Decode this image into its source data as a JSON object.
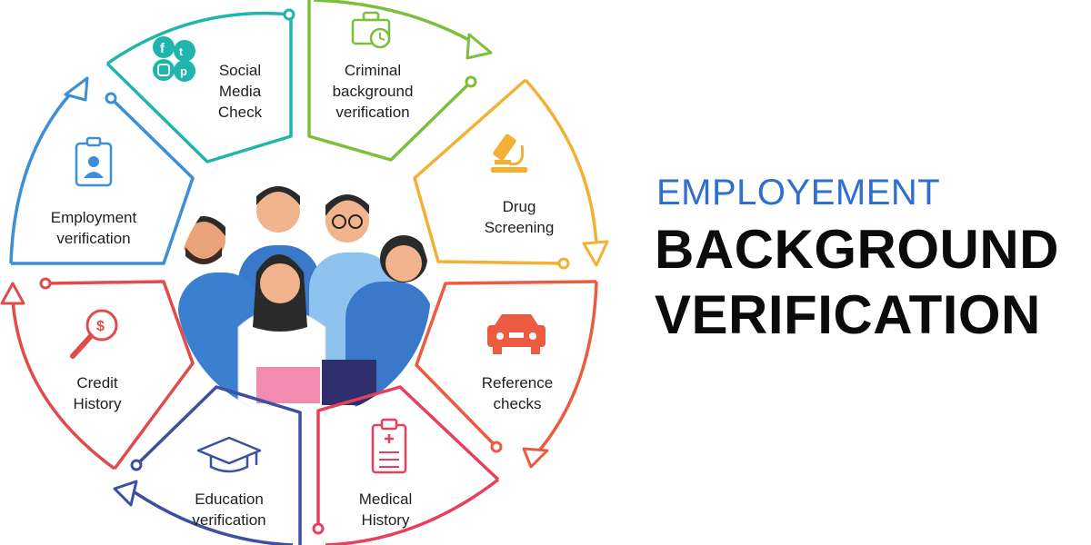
{
  "title": {
    "line1": "EMPLOYEMENT",
    "line2": "BACKGROUND",
    "line3": "VERIFICATION"
  },
  "segments": [
    {
      "id": "social-media",
      "lines": [
        "Social",
        "Media",
        "Check"
      ],
      "color": "#1fb5ac",
      "icon": "social-media-icon"
    },
    {
      "id": "criminal",
      "lines": [
        "Criminal",
        "background",
        "verification"
      ],
      "color": "#7cbf3b",
      "icon": "briefcase-clock-icon"
    },
    {
      "id": "drug",
      "lines": [
        "Drug",
        "Screening"
      ],
      "color": "#f2b134",
      "icon": "microscope-icon"
    },
    {
      "id": "reference",
      "lines": [
        "Reference",
        "checks"
      ],
      "color": "#ec5b3f",
      "icon": "car-icon"
    },
    {
      "id": "medical",
      "lines": [
        "Medical",
        "History"
      ],
      "color": "#e8405c",
      "icon": "clipboard-icon"
    },
    {
      "id": "education",
      "lines": [
        "Education",
        "verification"
      ],
      "color": "#3b4fa3",
      "icon": "graduation-cap-icon"
    },
    {
      "id": "credit",
      "lines": [
        "Credit",
        "History"
      ],
      "color": "#e14b4b",
      "icon": "magnifier-dollar-icon"
    },
    {
      "id": "employment",
      "lines": [
        "Employment",
        "verification"
      ],
      "color": "#3a8fd6",
      "icon": "id-badge-icon"
    }
  ]
}
